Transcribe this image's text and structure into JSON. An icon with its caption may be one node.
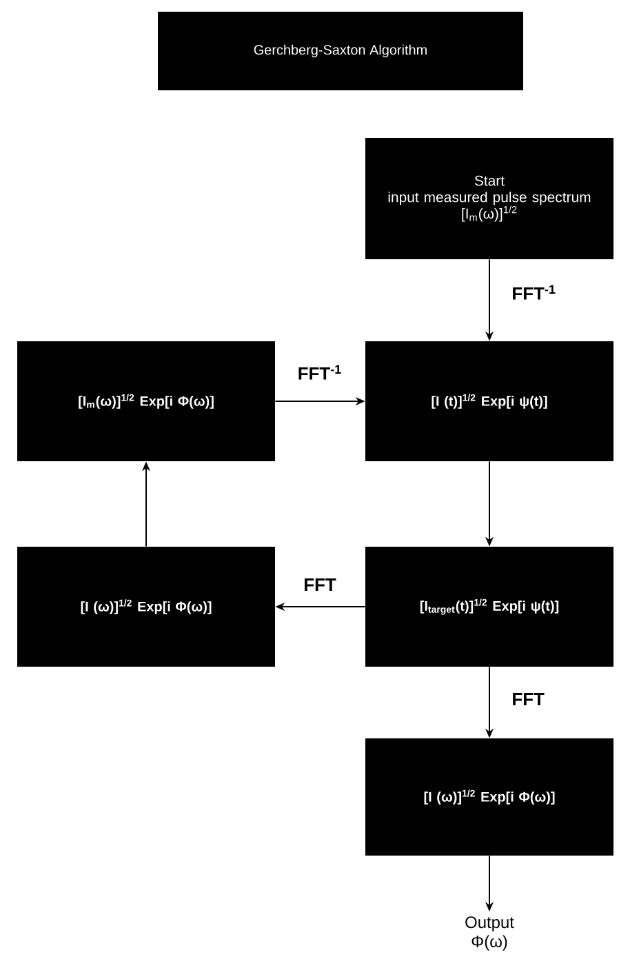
{
  "diagram": {
    "title": "Gerchberg-Saxton Algorithm",
    "nodes": [
      {
        "text": [
          "Start",
          "input measured pulse spectrum",
          "[I$_{m}$(ω)]$^{1/2}$"
        ]
      },
      {
        "text": [
          "[I$_{m}$(ω)]$^{1/2}$ Exp[i Φ(ω)]"
        ]
      },
      {
        "text": [
          "[I (t)]$^{1/2}$ Exp[i ψ(t)]"
        ]
      },
      {
        "text": [
          "[I (ω)]$^{1/2}$ Exp[i Φ(ω)]"
        ]
      },
      {
        "text": [
          "[I$_{target}$(t)]$^{1/2}$ Exp[i ψ(t)]"
        ]
      },
      {
        "text": [
          "[I (ω)]$^{1/2}$ Exp[i Φ(ω)]"
        ]
      },
      {
        "text": [
          "Output",
          "Φ(ω)"
        ]
      }
    ],
    "edges": [
      {
        "from": 0,
        "to": 2,
        "arrow": "to",
        "label": "FFT$^{-1}$"
      },
      {
        "from": 1,
        "to": 2,
        "arrow": "to",
        "label": "FFT$^{-1}$"
      },
      {
        "from": 2,
        "to": 4,
        "arrow": "to"
      },
      {
        "from": 4,
        "to": 3,
        "arrow": "to",
        "label": "FFT"
      },
      {
        "from": 3,
        "to": 1,
        "arrow": "to"
      },
      {
        "from": 4,
        "to": 5,
        "arrow": "to",
        "label": "FFT"
      },
      {
        "from": 5,
        "to": 6,
        "arrow": "to"
      }
    ]
  }
}
